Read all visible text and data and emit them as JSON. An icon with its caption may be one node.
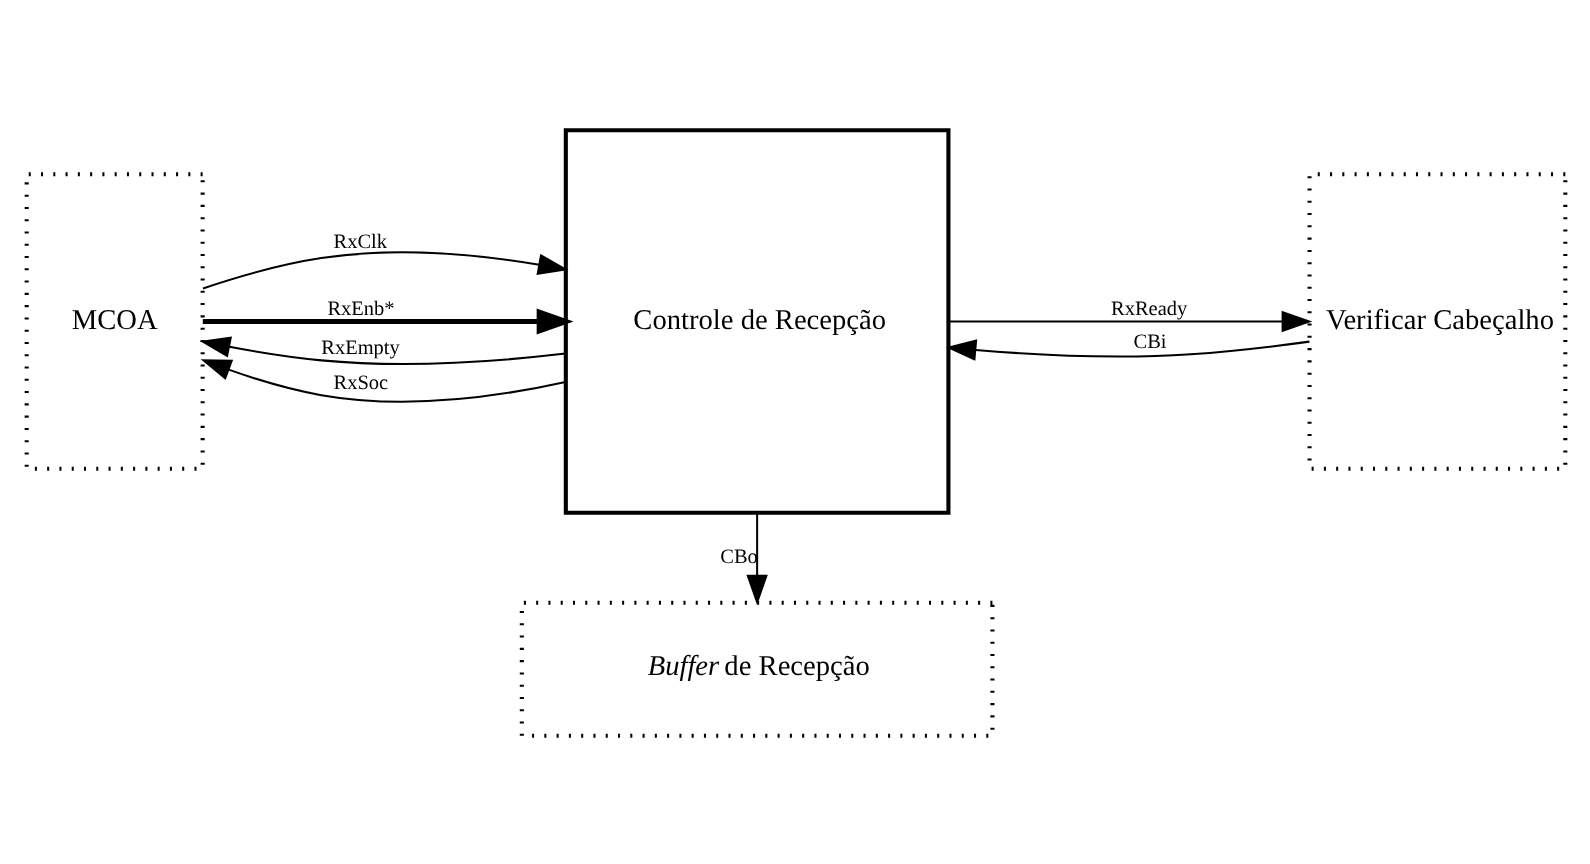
{
  "diagram": {
    "nodes": [
      {
        "text": [
          "MCOA"
        ]
      },
      {
        "text": [
          "Controle de Recepção"
        ]
      },
      {
        "text": [
          "Verificar Cabeçalho"
        ]
      },
      {
        "text": [
          "*Buffer* de Recepção"
        ]
      }
    ],
    "edges": [
      {
        "from": 0,
        "to": 1,
        "arrow": "to",
        "label": "RxClk"
      },
      {
        "from": 1,
        "to": 0,
        "arrow": "to",
        "label": "RxEmpty"
      },
      {
        "from": 0,
        "to": 1,
        "arrow": "to",
        "label": "RxEnb*",
        "style": "thick"
      },
      {
        "from": 1,
        "to": 0,
        "arrow": "to",
        "label": "RxSoc"
      },
      {
        "from": 1,
        "to": 2,
        "arrow": "to",
        "label": "RxReady"
      },
      {
        "from": 2,
        "to": 1,
        "arrow": "to",
        "label": "CBi"
      },
      {
        "from": 1,
        "to": 3,
        "arrow": "to",
        "label": "CBo"
      }
    ]
  }
}
